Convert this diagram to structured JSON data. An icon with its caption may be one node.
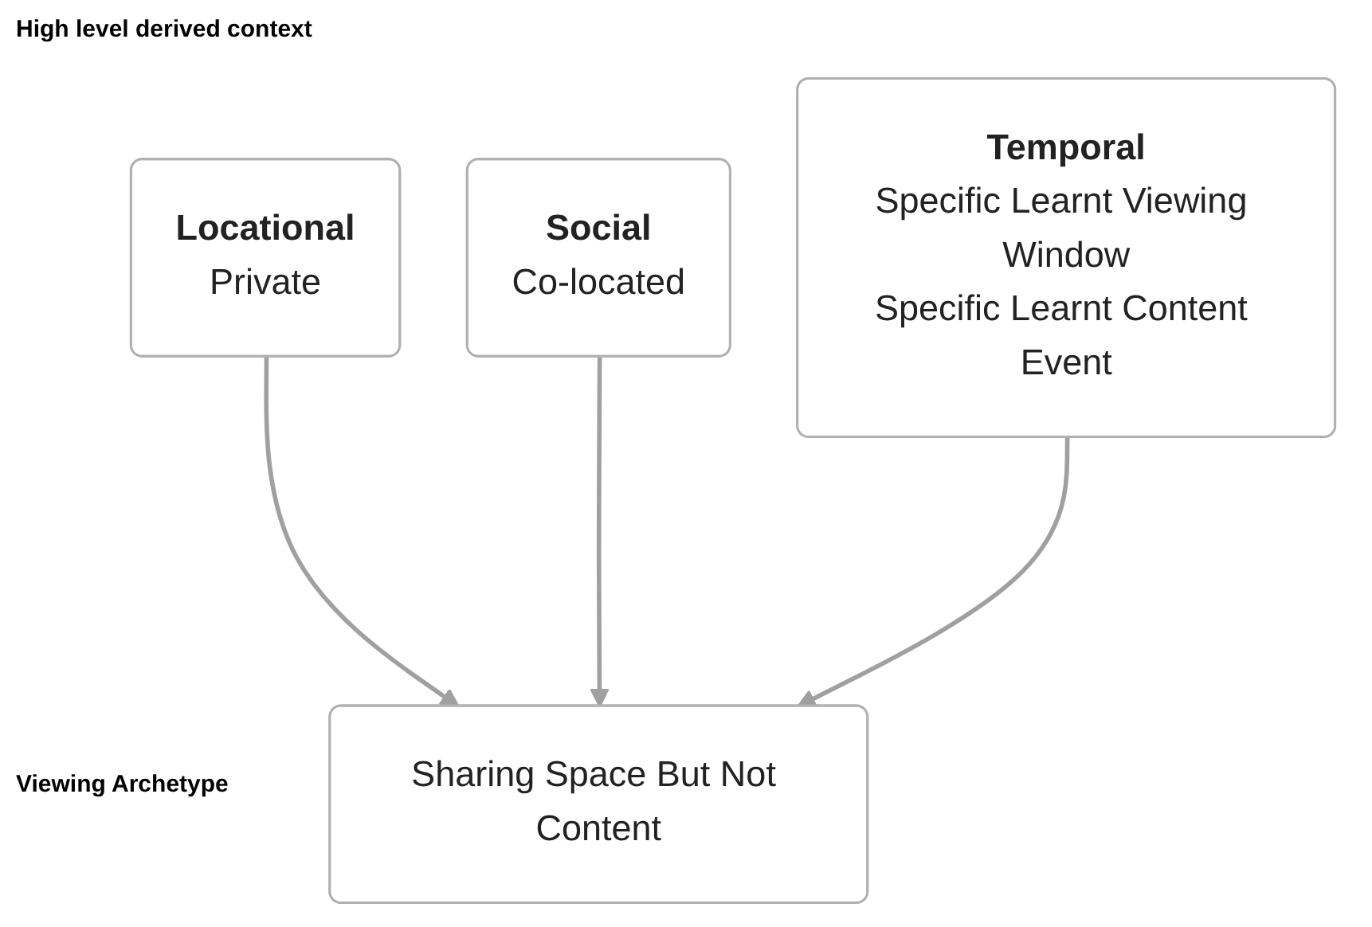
{
  "diagram": {
    "title": "High level derived context",
    "nodes": [
      {
        "text": [
          "Locational",
          "Private"
        ]
      },
      {
        "text": [
          "Social",
          "Co-located"
        ]
      },
      {
        "text": [
          "Temporal",
          "Specific Learnt Viewing Window",
          "Specific Learnt Content Event"
        ]
      },
      {
        "text": [
          "Sharing Space But Not Content"
        ]
      }
    ],
    "edges": [
      {
        "from": 0,
        "to": 3,
        "arrow": "to"
      },
      {
        "from": 1,
        "to": 3,
        "arrow": "to"
      },
      {
        "from": 2,
        "to": 3,
        "arrow": "to"
      }
    ],
    "labels": [
      "Viewing Archetype"
    ]
  }
}
